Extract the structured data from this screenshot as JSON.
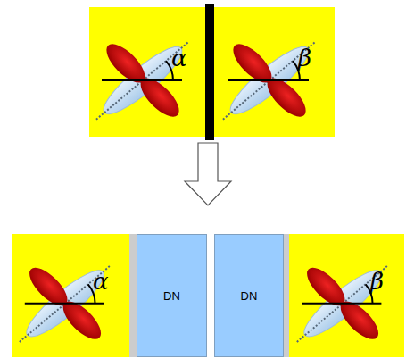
{
  "diagram": {
    "nodes": [
      {
        "text": [
          "α"
        ]
      },
      {
        "text": [
          "β"
        ]
      },
      {
        "text": [
          "α"
        ]
      },
      {
        "text": [
          "DN"
        ]
      },
      {
        "text": [
          "DN"
        ]
      },
      {
        "text": [
          "β"
        ]
      }
    ]
  }
}
